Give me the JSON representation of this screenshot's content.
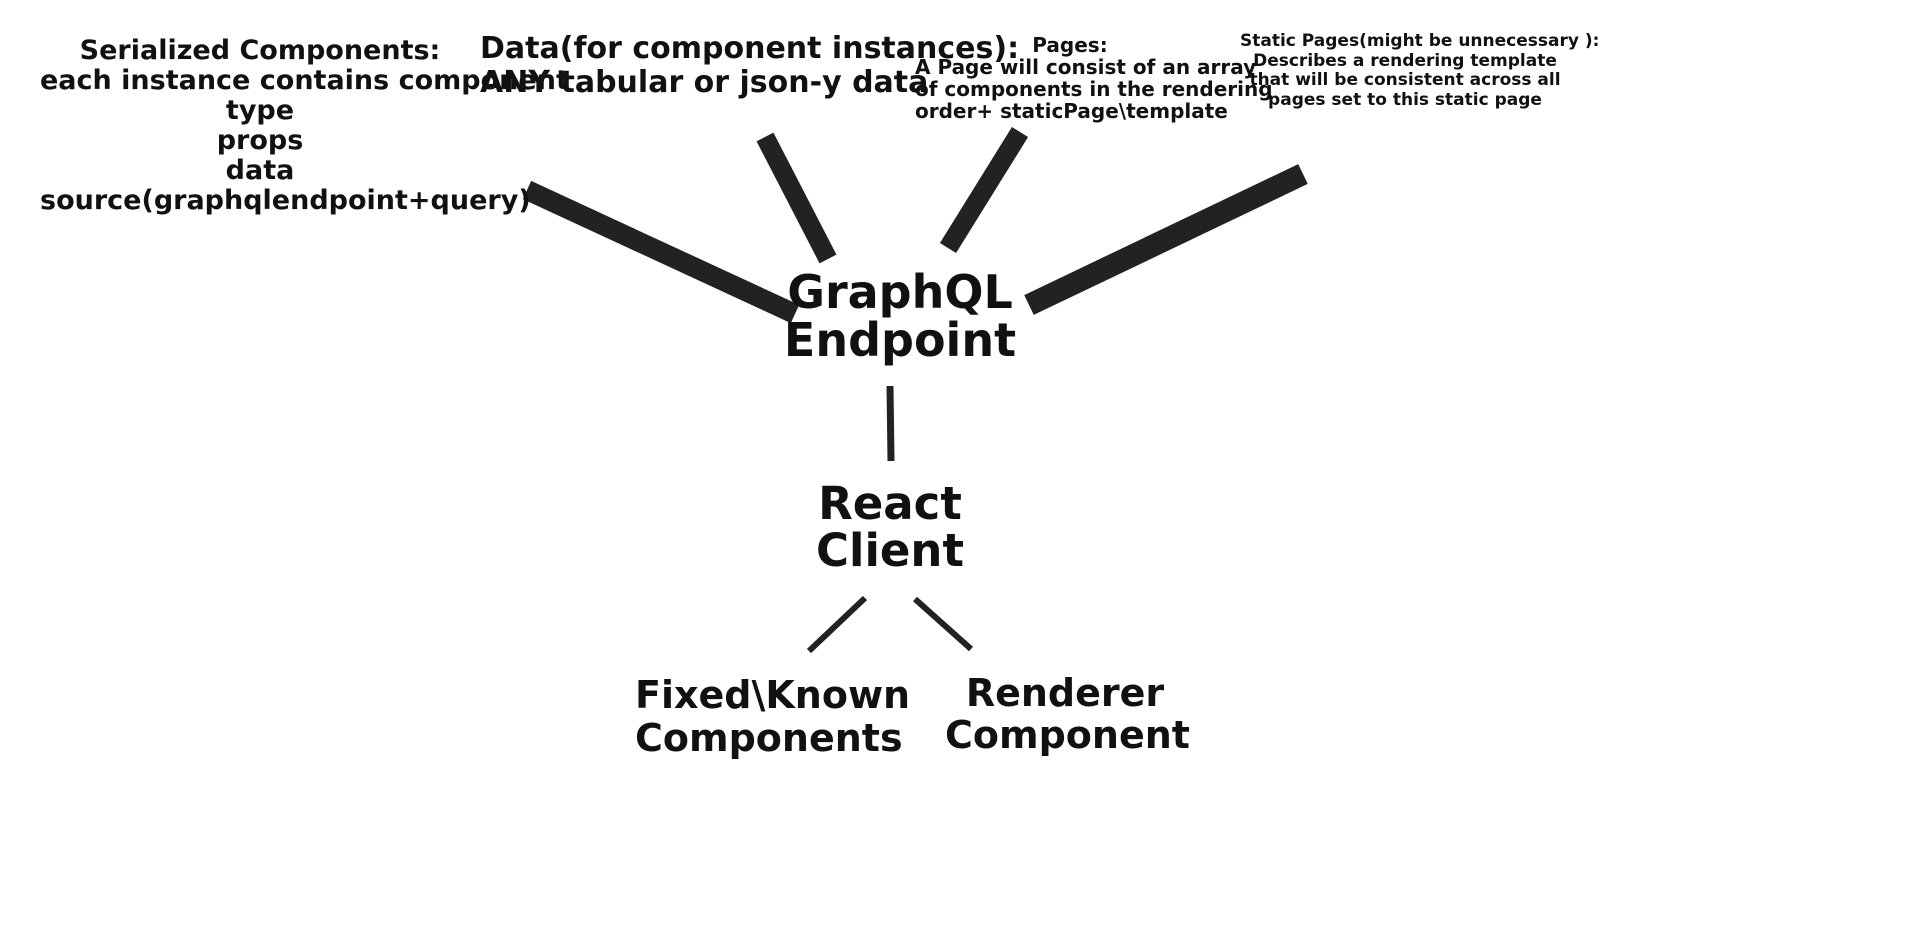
{
  "diagram": {
    "background": "#ffffff",
    "ink_color": "#111111",
    "nodes": {
      "serialized_components": {
        "lines": [
          "Serialized Components:",
          "each instance contains component",
          "type",
          "props",
          "data",
          "source(graphqlendpoint+query)"
        ]
      },
      "data_sources": {
        "lines": [
          "Data(for component instances):",
          "ANY tabular or json-y data"
        ]
      },
      "pages": {
        "lines": [
          "Pages:",
          "A Page will consist of an array",
          "of components in the rendering",
          "order+ staticPage\\template"
        ]
      },
      "static_pages": {
        "lines": [
          "Static Pages(might be unnecessary ):",
          "Describes a rendering template",
          "that will be consistent across all",
          "pages set to this static page"
        ]
      },
      "graphql_endpoint": {
        "lines": [
          "GraphQL",
          "Endpoint"
        ]
      },
      "react_client": {
        "lines": [
          "React",
          "Client"
        ]
      },
      "fixed_known_components": {
        "lines": [
          "Fixed\\Known",
          "Components"
        ]
      },
      "renderer_component": {
        "lines": [
          "Renderer",
          "Component"
        ]
      }
    },
    "edges": [
      {
        "from": "serialized_components",
        "to": "graphql_endpoint",
        "weight": "heavy"
      },
      {
        "from": "data_sources",
        "to": "graphql_endpoint",
        "weight": "heavy"
      },
      {
        "from": "pages",
        "to": "graphql_endpoint",
        "weight": "heavy"
      },
      {
        "from": "static_pages",
        "to": "graphql_endpoint",
        "weight": "heavy"
      },
      {
        "from": "graphql_endpoint",
        "to": "react_client",
        "weight": "light"
      },
      {
        "from": "react_client",
        "to": "fixed_known_components",
        "weight": "light"
      },
      {
        "from": "react_client",
        "to": "renderer_component",
        "weight": "light"
      }
    ]
  }
}
